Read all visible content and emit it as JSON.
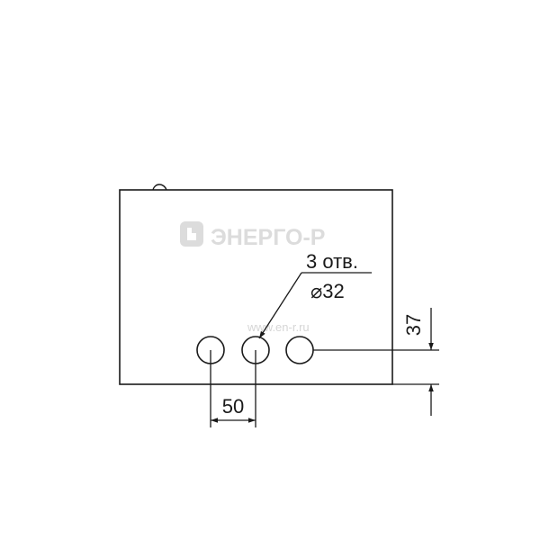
{
  "watermark": {
    "logo_text": "ЭНЕРГО-Р",
    "url": "www.en-r.ru"
  },
  "callout": {
    "line1": "3 отв.",
    "line2": "⌀32"
  },
  "dimensions": {
    "hole_spacing": "50",
    "hole_height": "37"
  },
  "colors": {
    "line": "#1a1a1a",
    "watermark": "#dcdcdc"
  }
}
